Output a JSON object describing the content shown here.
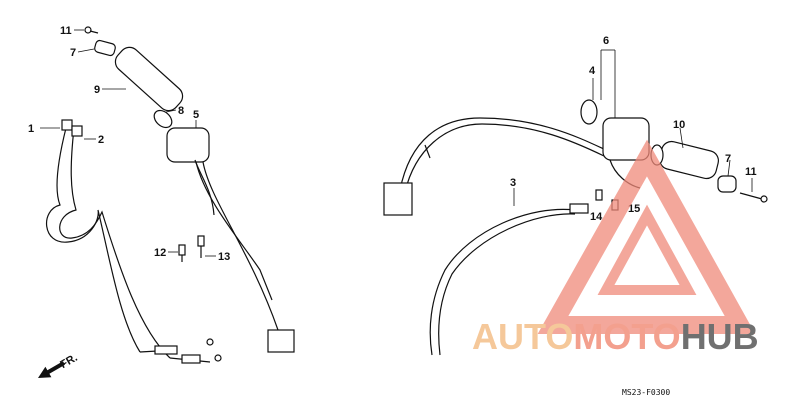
{
  "callouts": {
    "c1": "1",
    "c2": "2",
    "c3": "3",
    "c4": "4",
    "c5": "5",
    "c6": "6",
    "c7a": "7",
    "c7b": "7",
    "c8": "8",
    "c9": "9",
    "c10": "10",
    "c11a": "11",
    "c11b": "11",
    "c12": "12",
    "c13": "13",
    "c14": "14",
    "c15": "15"
  },
  "direction": {
    "label": "FR."
  },
  "diagram_code": "MS23-F0300",
  "watermark": {
    "part1": "AUTO",
    "part2": "MOTO",
    "part3": "HUB"
  },
  "colors": {
    "line": "#111111",
    "watermark_triangle": "#f08a7a",
    "watermark_auto": "#f5c89a",
    "watermark_hub": "#707070"
  }
}
